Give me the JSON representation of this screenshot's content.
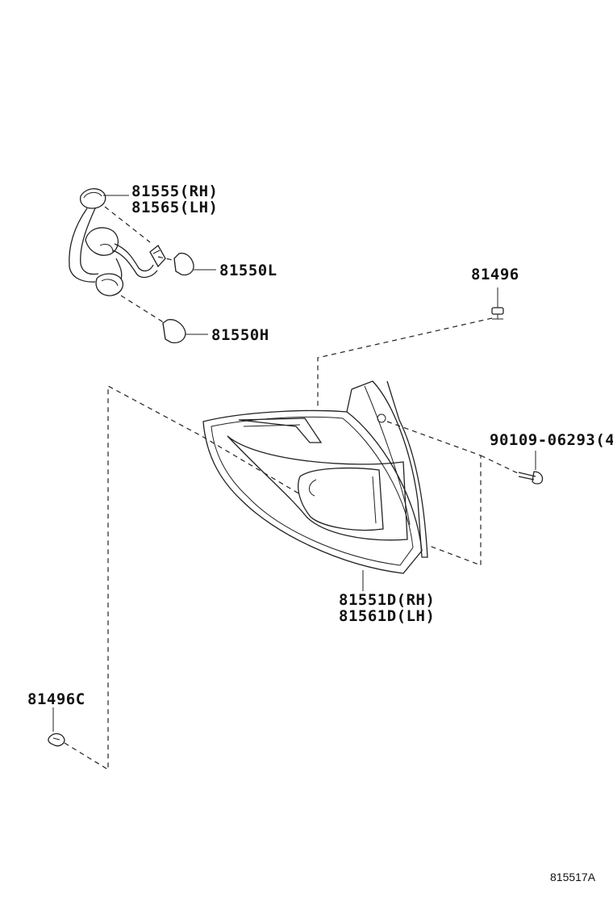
{
  "parts": {
    "socket_rh": "81555(RH)",
    "socket_lh": "81565(LH)",
    "bulb_l": "81550L",
    "bulb_h": "81550H",
    "clip_top": "81496",
    "screw": "90109-06293(4)",
    "lamp_rh": "81551D(RH)",
    "lamp_lh": "81561D(LH)",
    "clip_bottom": "81496C"
  },
  "diagram_code": "815517A",
  "colors": {
    "line": "#222222",
    "text": "#111111",
    "background": "#ffffff"
  }
}
